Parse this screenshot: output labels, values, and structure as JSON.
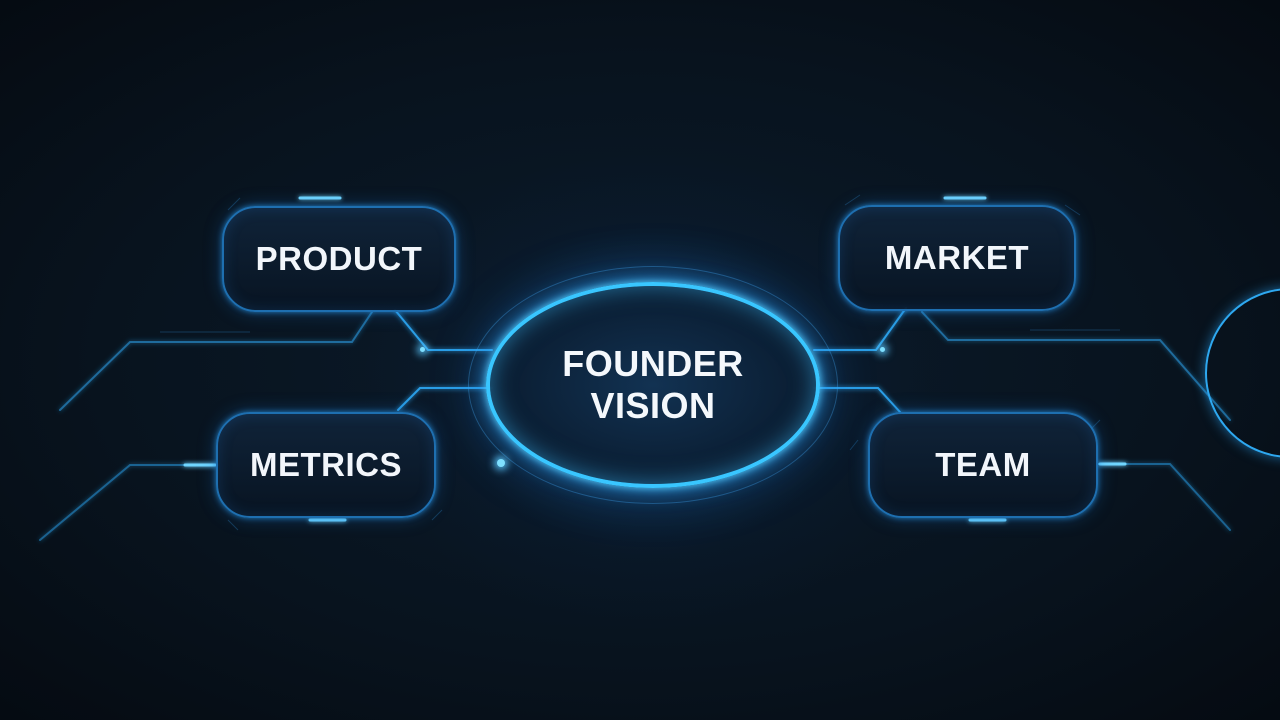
{
  "diagram": {
    "center": {
      "line1": "FOUNDER",
      "line2": "VISION"
    },
    "nodes": {
      "product": "PRODUCT",
      "market": "MARKET",
      "metrics": "METRICS",
      "team": "TEAM"
    }
  },
  "colors": {
    "background": "#07111b",
    "accent": "#39c6ff",
    "node_border": "#1e6fb0",
    "text": "#f2f6fb"
  }
}
